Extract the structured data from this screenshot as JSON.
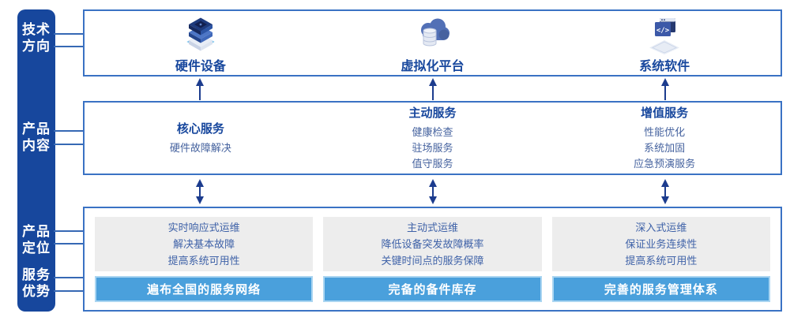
{
  "palette": {
    "sidebar_blue": "#17479d",
    "border_blue": "#3a72c4",
    "arrow_navy": "#1c3c8e",
    "heading_blue": "#17479d",
    "body_blue": "#46639f",
    "panel_gray": "#ededed",
    "banner_blue": "#4aa0dc"
  },
  "sidebar": {
    "items": [
      {
        "line1": "技术",
        "line2": "方向"
      },
      {
        "line1": "产品",
        "line2": "内容"
      },
      {
        "line1": "产品",
        "line2": "定位"
      },
      {
        "line1": "服务",
        "line2": "优势"
      }
    ]
  },
  "tech_row": {
    "items": [
      {
        "icon": "hardware-stack-icon",
        "label": "硬件设备"
      },
      {
        "icon": "cloud-database-icon",
        "label": "虚拟化平台"
      },
      {
        "icon": "code-window-icon",
        "label": "系统软件"
      }
    ]
  },
  "content_row": {
    "columns": [
      {
        "title": "核心服务",
        "items": [
          "硬件故障解决"
        ]
      },
      {
        "title": "主动服务",
        "items": [
          "健康检查",
          "驻场服务",
          "值守服务"
        ]
      },
      {
        "title": "增值服务",
        "items": [
          "性能优化",
          "系统加固",
          "应急预演服务"
        ]
      }
    ]
  },
  "bottom_row": {
    "columns": [
      {
        "positioning": [
          "实时响应式运维",
          "解决基本故障",
          "提高系统可用性"
        ],
        "advantage": "遍布全国的服务网络"
      },
      {
        "positioning": [
          "主动式运维",
          "降低设备突发故障概率",
          "关键时间点的服务保障"
        ],
        "advantage": "完备的备件库存"
      },
      {
        "positioning": [
          "深入式运维",
          "保证业务连续性",
          "提高系统可用性"
        ],
        "advantage": "完善的服务管理体系"
      }
    ]
  }
}
